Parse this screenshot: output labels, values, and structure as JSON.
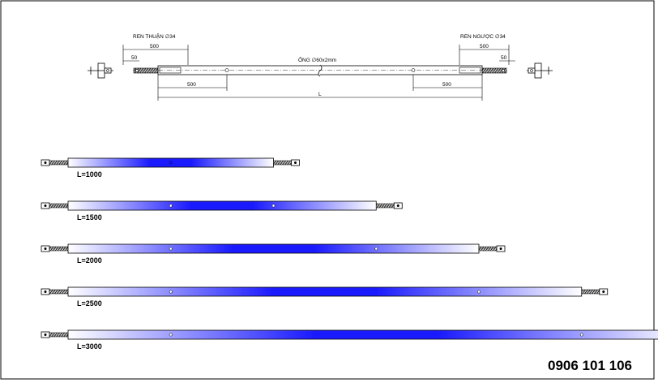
{
  "header": {
    "left_thread_label": "REN THUẬN ∅34",
    "right_thread_label": "REN NGƯỢC ∅34",
    "pipe_label": "ỐNG ∅60x2mm",
    "dim_500": "500",
    "dim_50": "50",
    "dim_L": "L"
  },
  "rods": [
    {
      "label": "L=1000",
      "length_mm": 1000
    },
    {
      "label": "L=1500",
      "length_mm": 1500
    },
    {
      "label": "L=2000",
      "length_mm": 2000
    },
    {
      "label": "L=2500",
      "length_mm": 2500
    },
    {
      "label": "L=3000",
      "length_mm": 3000
    }
  ],
  "colors": {
    "tube_center": "#1a1aff",
    "tube_end": "#ffffff",
    "outline": "#000000",
    "thread": "#555555"
  },
  "phone": "0906 101 106"
}
